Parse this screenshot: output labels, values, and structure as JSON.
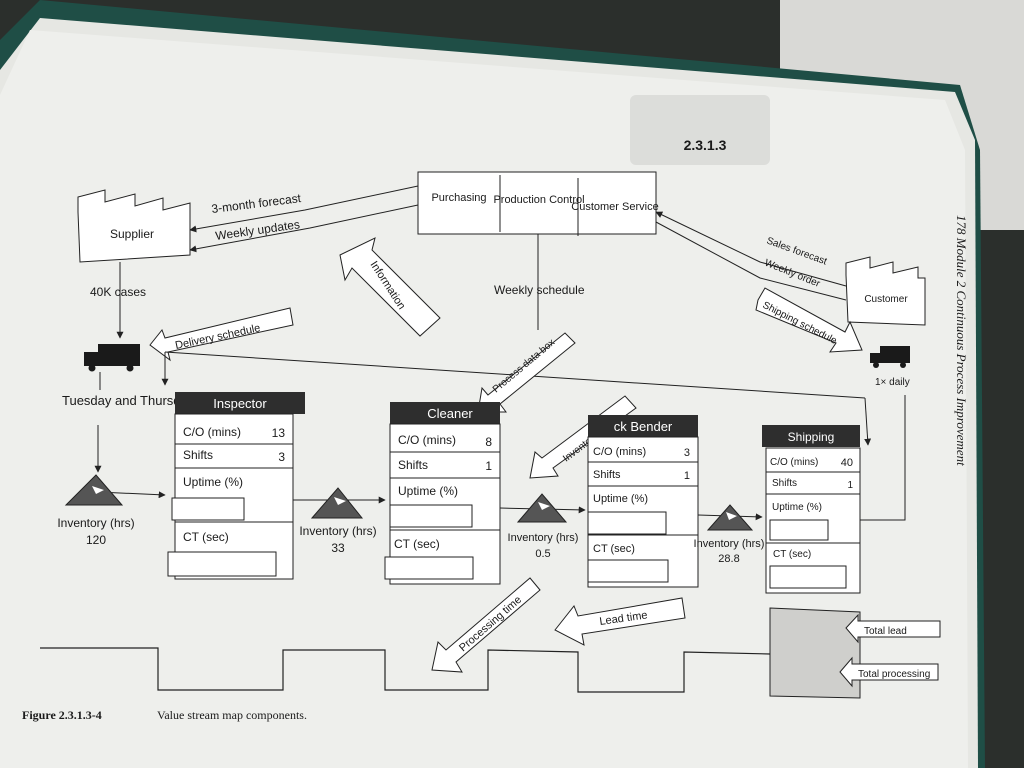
{
  "header": {
    "section": "2.3.1.3"
  },
  "running_head": "178 Module 2 Continuous Process Improvement",
  "caption": {
    "label": "Figure 2.3.1.3-4",
    "text": "Value stream map components."
  },
  "control": {
    "purchasing": "Purchasing",
    "production_control": "Production Control",
    "customer_service": "Customer Service"
  },
  "supplier": {
    "label": "Supplier"
  },
  "customer": {
    "label": "Customer"
  },
  "arrows": {
    "forecast": "3-month forecast",
    "weekly_updates": "Weekly updates",
    "information": "Information",
    "weekly_schedule": "Weekly schedule",
    "sales_forecast": "Sales forecast",
    "weekly_order": "Weekly order",
    "shipping_schedule": "Shipping schedule",
    "delivery_schedule": "Delivery schedule",
    "process_data_box": "Process data box",
    "inventory_wip": "Inventory (WIP)",
    "processing_time": "Processing time",
    "lead_time": "Lead time",
    "total_lead": "Total lead",
    "total_processing": "Total processing"
  },
  "supply": {
    "amount": "40K cases",
    "days": "Tuesday and Thursday",
    "daily": "1× daily"
  },
  "processes": [
    {
      "name": "Inspector",
      "co_label": "C/O (mins)",
      "co": "13",
      "shifts_label": "Shifts",
      "shifts": "3",
      "uptime_label": "Uptime (%)",
      "ct_label": "CT (sec)"
    },
    {
      "name": "Cleaner",
      "co_label": "C/O (mins)",
      "co": "8",
      "shifts_label": "Shifts",
      "shifts": "1",
      "uptime_label": "Uptime (%)",
      "ct_label": "CT (sec)"
    },
    {
      "name": "ck Bender",
      "co_label": "C/O (mins)",
      "co": "3",
      "shifts_label": "Shifts",
      "shifts": "1",
      "uptime_label": "Uptime (%)",
      "ct_label": "CT (sec)"
    },
    {
      "name": "Shipping",
      "co_label": "C/O (mins)",
      "co": "40",
      "shifts_label": "Shifts",
      "shifts": "1",
      "uptime_label": "Uptime (%)",
      "ct_label": "CT (sec)"
    }
  ],
  "inventories": [
    {
      "label": "Inventory (hrs)",
      "value": "120"
    },
    {
      "label": "Inventory (hrs)",
      "value": "33"
    },
    {
      "label": "Inventory (hrs)",
      "value": "0.5"
    },
    {
      "label": "Inventory (hrs)",
      "value": "28.8"
    }
  ],
  "colors": {
    "page": "#eeefec",
    "dark_header": "#2e2e2e",
    "tab": "#dcddda",
    "timeline_fill": "#cfcfcc",
    "background": "#2b2f2c"
  }
}
